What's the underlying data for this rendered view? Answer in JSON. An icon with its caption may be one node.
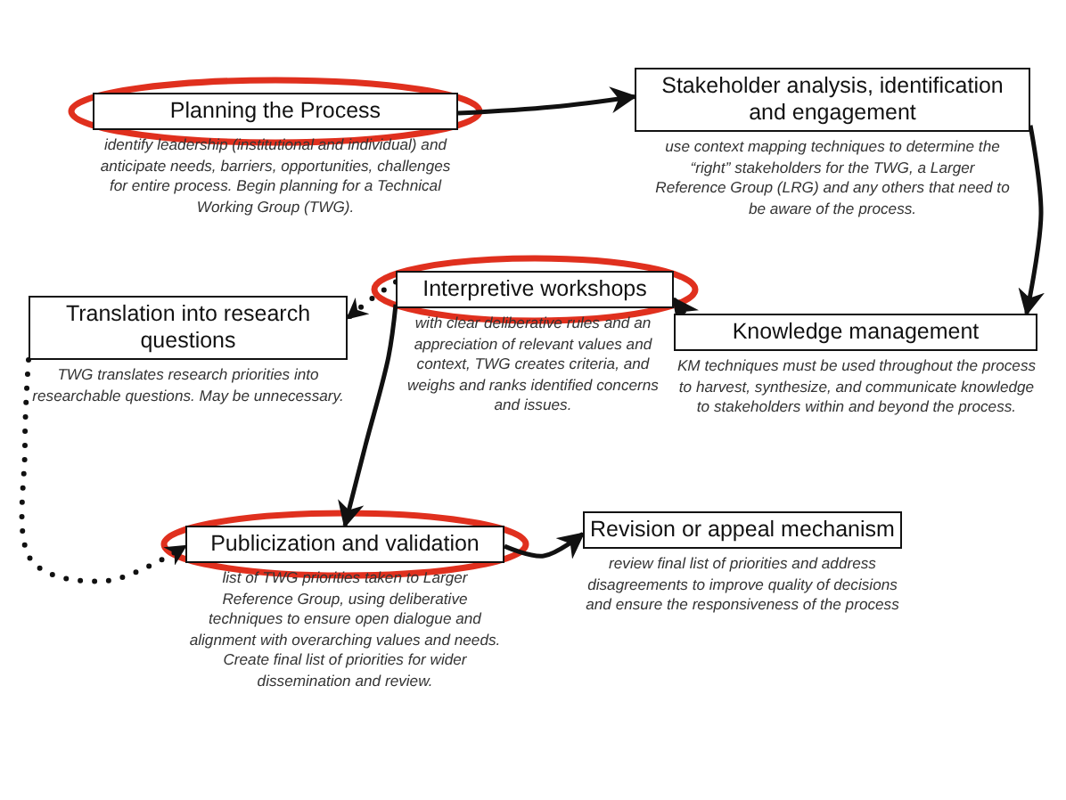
{
  "diagram": {
    "nodes": [
      {
        "text": [
          "Planning the Process",
          "identify leadership (institutional and individual) and anticipate needs, barriers, opportunities, challenges for entire process. Begin planning for a Technical Working Group (TWG)."
        ]
      },
      {
        "text": [
          "Stakeholder analysis, identification and engagement",
          "use context mapping techniques to determine the “right” stakeholders for the TWG, a Larger Reference Group (LRG) and any others that need to be aware of the process."
        ]
      },
      {
        "text": [
          "Interpretive workshops",
          "with clear deliberative rules and an appreciation of relevant values and context, TWG creates criteria, and weighs and ranks identified concerns and issues."
        ]
      },
      {
        "text": [
          "Translation into research questions",
          "TWG translates research priorities into researchable questions. May be unnecessary."
        ]
      },
      {
        "text": [
          "Knowledge management",
          "KM techniques must be used throughout the process to harvest, synthesize, and communicate knowledge to stakeholders within and beyond the process."
        ]
      },
      {
        "text": [
          "Publicization and validation",
          "list of TWG priorities taken to Larger Reference Group, using deliberative techniques to ensure open dialogue and alignment with overarching values and needs. Create final list of priorities for wider dissemination and review."
        ]
      },
      {
        "text": [
          "Revision or appeal mechanism",
          "review final list of priorities and address disagreements to improve quality of decisions and ensure the responsiveness of the process"
        ]
      }
    ],
    "edges": [
      {
        "from": 0,
        "to": 1,
        "arrow": "to"
      },
      {
        "from": 1,
        "to": 4,
        "arrow": "to"
      },
      {
        "from": 4,
        "to": 2,
        "arrow": "to"
      },
      {
        "from": 2,
        "to": 3,
        "arrow": "to",
        "style": "dashed"
      },
      {
        "from": 3,
        "to": 5,
        "arrow": "to",
        "style": "dashed"
      },
      {
        "from": 2,
        "to": 5,
        "arrow": "to"
      },
      {
        "from": 5,
        "to": 6,
        "arrow": "to"
      }
    ]
  }
}
